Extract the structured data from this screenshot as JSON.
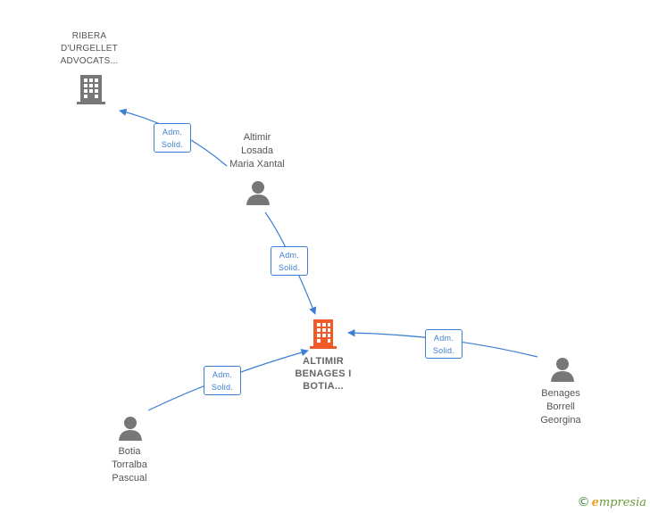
{
  "nodes": {
    "ribera": {
      "label_lines": [
        "RIBERA",
        "D'URGELLET",
        "ADVOCATS..."
      ]
    },
    "altimir_losada": {
      "label_lines": [
        "Altimir",
        "Losada",
        "Maria Xantal"
      ]
    },
    "main_company": {
      "label_lines": [
        "ALTIMIR",
        "BENAGES I",
        "BOTIA..."
      ]
    },
    "benages": {
      "label_lines": [
        "Benages",
        "Borrell",
        "Georgina"
      ]
    },
    "botia": {
      "label_lines": [
        "Botia",
        "Torralba",
        "Pascual"
      ]
    }
  },
  "relations": {
    "r1": {
      "line1": "Adm.",
      "line2": "Solid."
    },
    "r2": {
      "line1": "Adm.",
      "line2": "Solid."
    },
    "r3": {
      "line1": "Adm.",
      "line2": "Solid."
    },
    "r4": {
      "line1": "Adm.",
      "line2": "Solid."
    }
  },
  "colors": {
    "edge": "#3b7fd4",
    "company_main": "#f05a28",
    "company_other": "#777777",
    "person": "#777777"
  },
  "brand": {
    "copyright": "©",
    "initial": "e",
    "rest": "mpresia"
  }
}
